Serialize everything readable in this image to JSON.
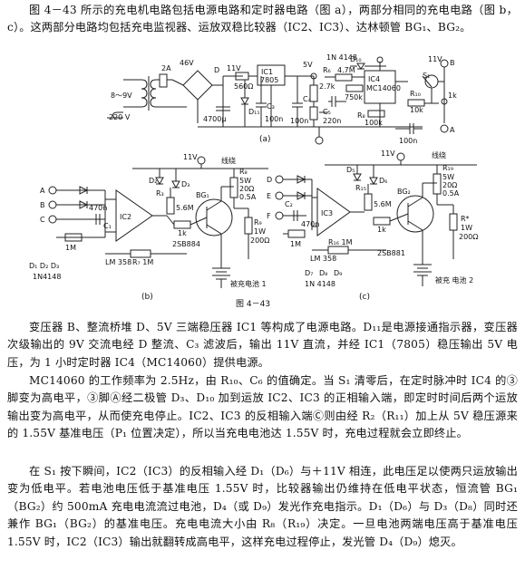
{
  "intro": "图 4－43 所示的充电机电路包括电源电路和定时器电路（图 a），两部分相同的充电电路（图 b，c）。这两部分电路均包括充电监视器、运放双稳比较器（IC2、IC3）、达林顿管 BG₁、BG₂。",
  "figure": {
    "caption": "图 4－43",
    "sub_a": "(a)",
    "sub_b": "(b)",
    "sub_c": "(c)",
    "labels_a": {
      "ac": "220 V",
      "t_tap": "8～9V",
      "fuse": "2A",
      "v46": "46V",
      "vd": "D",
      "r1": "560Ω",
      "ic1": "IC1",
      "ic1_part": "7805",
      "v11": "11V",
      "c_in": "4700μ",
      "c3": "C₃",
      "c3v": "100n",
      "d11": "D₁₁",
      "c4": "C₄",
      "c4v": "100n",
      "v5": "5V",
      "r_a": "2.7k",
      "d10": "D₁₀",
      "d10_part": "1N 4148",
      "r6": "R₆",
      "r6v": "4.7M",
      "r7v": "750k",
      "ic4": "IC4",
      "ic4_part": "MC14060",
      "c5": "C₅",
      "c5v": "220n",
      "r8": "R₈",
      "r8v": "100k",
      "c6v": "100n",
      "s1": "S₁",
      "r10": "R₁₀",
      "r10v": "10k",
      "v11b": "11V",
      "r_b": "1k",
      "pin_b": "B",
      "pin_a": "A"
    },
    "labels_b": {
      "v11": "11V",
      "wind": "线绕",
      "a": "A",
      "b": "B",
      "c": "C",
      "c1v": "470n",
      "c1": "C₁",
      "r1v": "1M",
      "ic2": "IC2",
      "d2": "D₂",
      "d3": "D₃",
      "r3": "R₃",
      "r6v": "5.6M",
      "r5v": "1k",
      "bg1": "BG₁",
      "r8": "R₈",
      "r8a": "5W",
      "r8b": "20Ω",
      "r8c": "0.5A",
      "r9": "R₉",
      "r9v": "1W",
      "r9w": "200Ω",
      "lm": "LM 358",
      "trans": "2SB884",
      "rv": "R₇ 1M",
      "diodes": "D₁ D₂ D₃",
      "diode_part": "1N4148",
      "batt": "被充电池 1"
    },
    "labels_c": {
      "v11": "11V",
      "wind": "线绕",
      "d": "D",
      "e": "E",
      "f": "F",
      "d5": "D₅",
      "d6": "D₆",
      "r15": "R₁₅",
      "r14v": "5.6M",
      "r13v": "1k",
      "ic3": "IC3",
      "c2": "C₂",
      "c2v": "470n",
      "r12v": "1M",
      "bg2": "BG₂",
      "r19": "R₁₉",
      "r19a": "5W",
      "r19b": "20Ω",
      "r19c": "0.5A",
      "r20": "R*",
      "r20a": "1W",
      "r20b": "200Ω",
      "lm": "LM 358",
      "trans": "2SB881",
      "rv": "R₁₆ 1M",
      "d7": "D₇",
      "d9": "D₉",
      "d8": "D₈",
      "dpart": "1N 4148",
      "batt": "被充 电池 2"
    }
  },
  "paragraphs": [
    "变压器 B、整流桥堆 D、5V 三端稳压器 IC1 等构成了电源电路。D₁₁是电源接通指示器，变压器次级输出的 9V 交流电经 D 整流、C₃ 滤波后，输出 11V 直流，并经 IC1（7805）稳压输出 5V 电压，为 1 小时定时器 IC4（MC14060）提供电源。",
    "MC14060 的工作频率为 2.5Hz，由 R₁₀、C₆ 的值确定。当 S₁ 清零后，在定时脉冲时 IC4 的③脚变为高电平，③脚Ⓐ经二极管 D₃、D₁₀ 加到运放 IC2、IC3 的正相输入端，即定时时间后两个运放输出变为高电平，从而使充电停止。IC2、IC3 的反相输入端Ⓒ则由经 R₂（R₁₁）加上从 5V 稳压源来的 1.55V 基准电压（P₁ 位置决定），所以当充电电池达 1.55V 时，充电过程就会立即终止。",
    "在 S₁ 按下瞬间，IC2（IC3）的反相输入经 D₁（D₆）与＋11V 相连，此电压足以使两只运放输出变为低电平。若电池电压低于基准电压 1.55V 时，比较器输出仍维持在低电平状态，恒流管 BG₁（BG₂）约 500mA 充电电流流过电池，D₄（或 D₉）发光作充电指示。D₁（D₆）与 D₃（D₈）同时还兼作 BG₁（BG₂）的基准电压。充电电流大小由 R₈（R₁₉）决定。一旦电池两端电压高于基准电压 1.55V 时，IC2（IC3）输出就翻转成高电平，这样充电过程停止，发光管 D₄（D₉）熄灭。"
  ]
}
